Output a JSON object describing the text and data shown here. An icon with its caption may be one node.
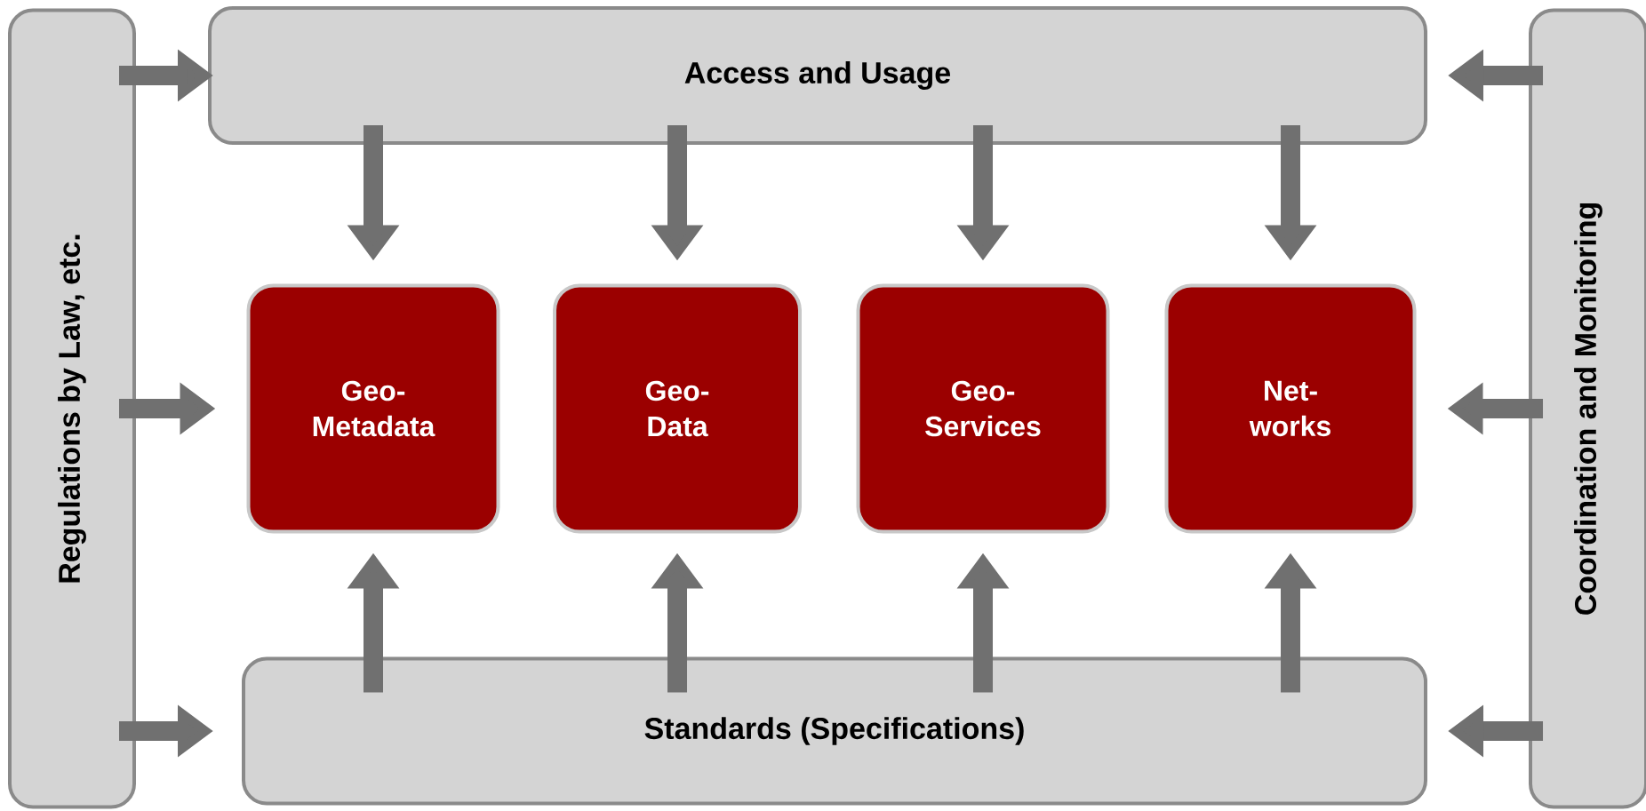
{
  "diagram": {
    "nodes": [
      {
        "text": [
          "Access and Usage"
        ]
      },
      {
        "text": [
          "Geo- Metadata"
        ]
      },
      {
        "text": [
          "Geo- Data"
        ]
      },
      {
        "text": [
          "Geo- Services"
        ]
      },
      {
        "text": [
          "Net- works"
        ]
      },
      {
        "text": [
          "Standards (Specifications)"
        ]
      },
      {
        "text": [
          "Regulations by Law, etc."
        ]
      },
      {
        "text": [
          "Coordination and Monitoring"
        ]
      }
    ],
    "edges": [
      {
        "from": 0,
        "to": 1,
        "arrow": "to"
      },
      {
        "from": 0,
        "to": 2,
        "arrow": "to"
      },
      {
        "from": 0,
        "to": 3,
        "arrow": "to"
      },
      {
        "from": 0,
        "to": 4,
        "arrow": "to"
      },
      {
        "from": 5,
        "to": 1,
        "arrow": "to"
      },
      {
        "from": 5,
        "to": 2,
        "arrow": "to"
      },
      {
        "from": 5,
        "to": 3,
        "arrow": "to"
      },
      {
        "from": 5,
        "to": 4,
        "arrow": "to"
      },
      {
        "from": 6,
        "to": 0,
        "arrow": "to"
      },
      {
        "from": 6,
        "to": 1,
        "arrow": "to"
      },
      {
        "from": 6,
        "to": 5,
        "arrow": "to"
      },
      {
        "from": 7,
        "to": 0,
        "arrow": "to"
      },
      {
        "from": 7,
        "to": 4,
        "arrow": "to"
      },
      {
        "from": 7,
        "to": 5,
        "arrow": "to"
      }
    ]
  }
}
